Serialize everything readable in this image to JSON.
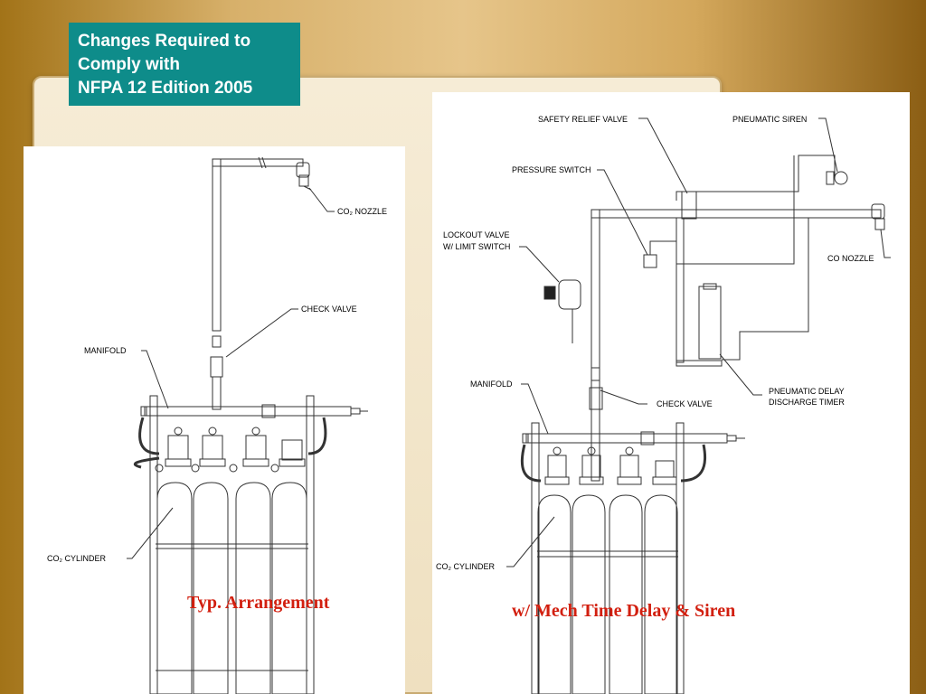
{
  "title_box": {
    "line1": "Changes Required to",
    "line2": "Comply with",
    "line3": "NFPA 12 Edition 2005"
  },
  "left_diagram": {
    "labels": {
      "nozzle": "CO₂ NOZZLE",
      "check_valve": "CHECK VALVE",
      "manifold": "MANIFOLD",
      "cylinder": "CO₂ CYLINDER"
    },
    "caption": "Typ. Arrangement"
  },
  "right_diagram": {
    "labels": {
      "safety_relief_valve": "SAFETY RELIEF VALVE",
      "pneumatic_siren": "PNEUMATIC SIREN",
      "pressure_switch": "PRESSURE SWITCH",
      "lockout_valve_1": "LOCKOUT VALVE",
      "lockout_valve_2": "W/ LIMIT SWITCH",
      "nozzle": "CO  NOZZLE",
      "manifold": "MANIFOLD",
      "check_valve": "CHECK VALVE",
      "delay_timer_1": "PNEUMATIC DELAY",
      "delay_timer_2": "DISCHARGE TIMER",
      "cylinder": "CO₂ CYLINDER"
    },
    "caption": "w/ Mech Time Delay & Siren"
  }
}
